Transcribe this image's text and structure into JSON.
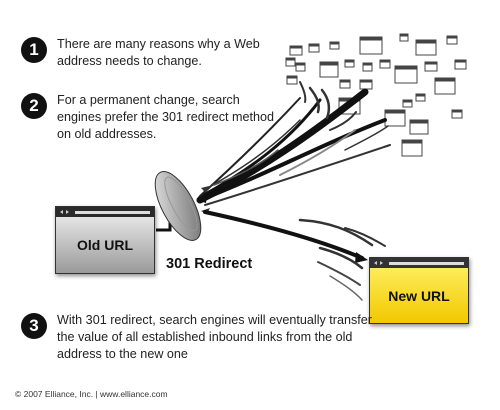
{
  "steps": [
    {
      "number": "1",
      "text": "There are many reasons why a Web address needs to change."
    },
    {
      "number": "2",
      "text": "For a permanent change, search engines prefer the 301 redirect method on old addresses."
    },
    {
      "number": "3",
      "text": "With 301 redirect, search engines will eventually transfer the value of all established inbound links from the old address to the new one"
    }
  ],
  "old_url_label": "Old URL",
  "new_url_label": "New URL",
  "redirect_label": "301 Redirect",
  "footer": "© 2007 Elliance, Inc. | www.elliance.com",
  "colors": {
    "new_url_fill": "#f7da2b",
    "old_url_fill": "#b0b0b0",
    "arrow": "#222222"
  }
}
